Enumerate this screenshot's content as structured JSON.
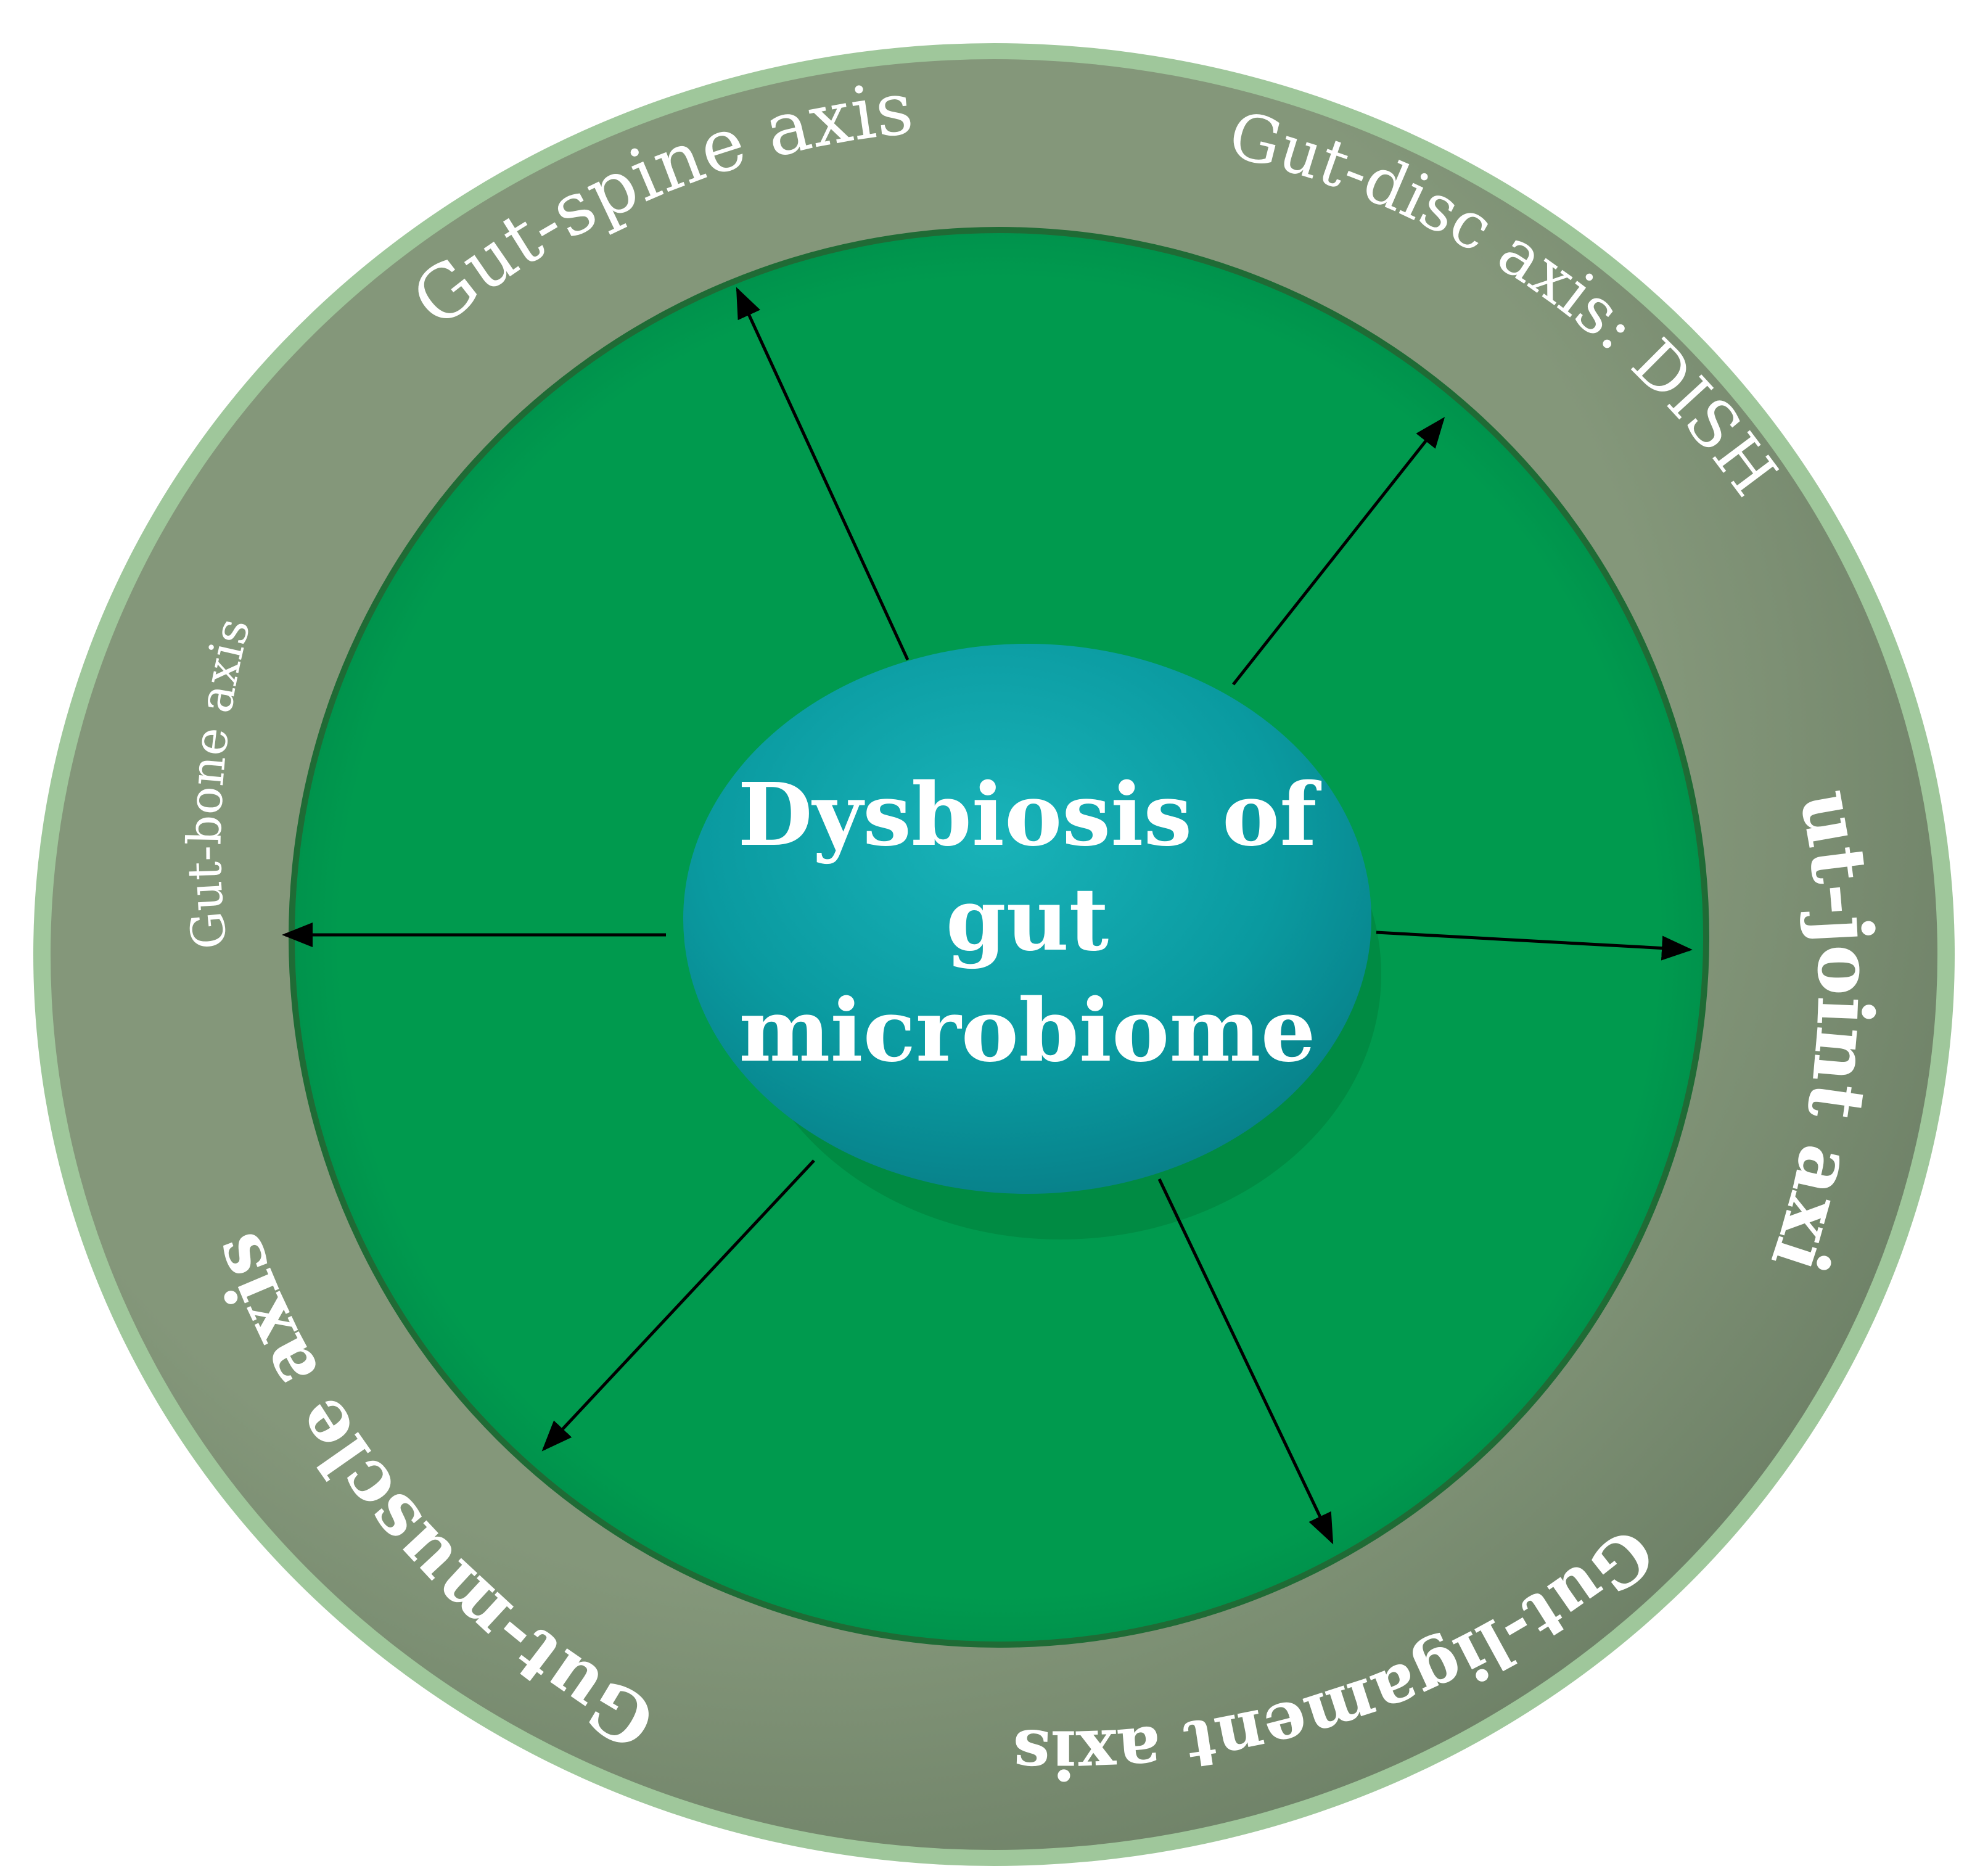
{
  "center": {
    "lines": [
      "Dysbiosis of",
      "gut",
      "microbiome"
    ]
  },
  "axes": [
    {
      "id": "spine",
      "label": "Gut-spine axis"
    },
    {
      "id": "disc",
      "label": "Gut-disc axis: DISH"
    },
    {
      "id": "joint",
      "label": "Gut-joint axis"
    },
    {
      "id": "ligament",
      "label": "Gut-ligament axis"
    },
    {
      "id": "muscle",
      "label": "Gut-muscle axis"
    },
    {
      "id": "bone",
      "label": "Gut-bone axis"
    }
  ],
  "colors": {
    "outer_edge": "#9fc79b",
    "outer_ring": "#84977a",
    "inner_disc": "#009a4e",
    "inner_edge": "#1f6b35",
    "center_ellipse": "#0a9aa0",
    "arrow": "#000000",
    "text": "#ffffff"
  }
}
